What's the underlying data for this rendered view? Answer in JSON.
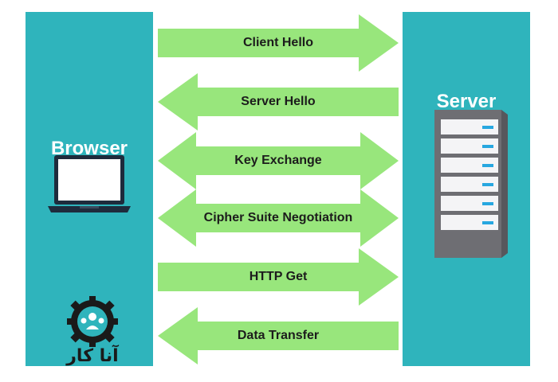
{
  "colors": {
    "panel": "#2fb4bc",
    "arrow": "#98e67c",
    "text": "#1c1c1c"
  },
  "browser": {
    "title": "Browser",
    "icon": "laptop-icon"
  },
  "server": {
    "title": "Server",
    "icon": "server-rack-icon"
  },
  "logo": {
    "icon": "gear-people-logo",
    "text": "آنا کار"
  },
  "arrows": [
    {
      "label": "Client Hello",
      "direction": "right"
    },
    {
      "label": "Server Hello",
      "direction": "left"
    },
    {
      "label": "Key Exchange",
      "direction": "both"
    },
    {
      "label": "Cipher Suite Negotiation",
      "direction": "both"
    },
    {
      "label": "HTTP Get",
      "direction": "right"
    },
    {
      "label": "Data Transfer",
      "direction": "left"
    }
  ]
}
